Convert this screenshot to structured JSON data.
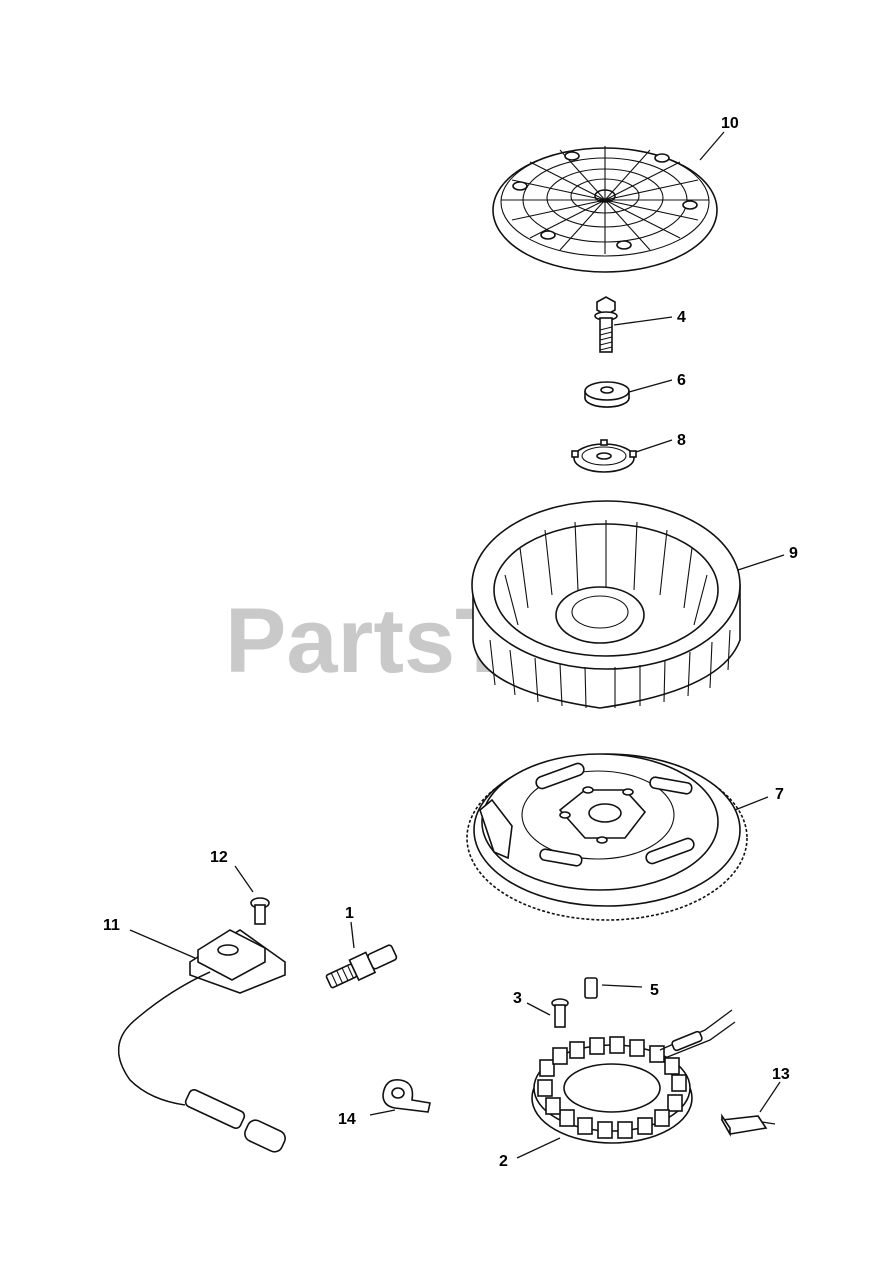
{
  "watermark": "PartsTree",
  "callouts": [
    {
      "id": "1"
    },
    {
      "id": "2"
    },
    {
      "id": "3"
    },
    {
      "id": "4"
    },
    {
      "id": "5"
    },
    {
      "id": "6"
    },
    {
      "id": "7"
    },
    {
      "id": "8"
    },
    {
      "id": "9"
    },
    {
      "id": "10"
    },
    {
      "id": "11"
    },
    {
      "id": "12"
    },
    {
      "id": "13"
    },
    {
      "id": "14"
    }
  ]
}
